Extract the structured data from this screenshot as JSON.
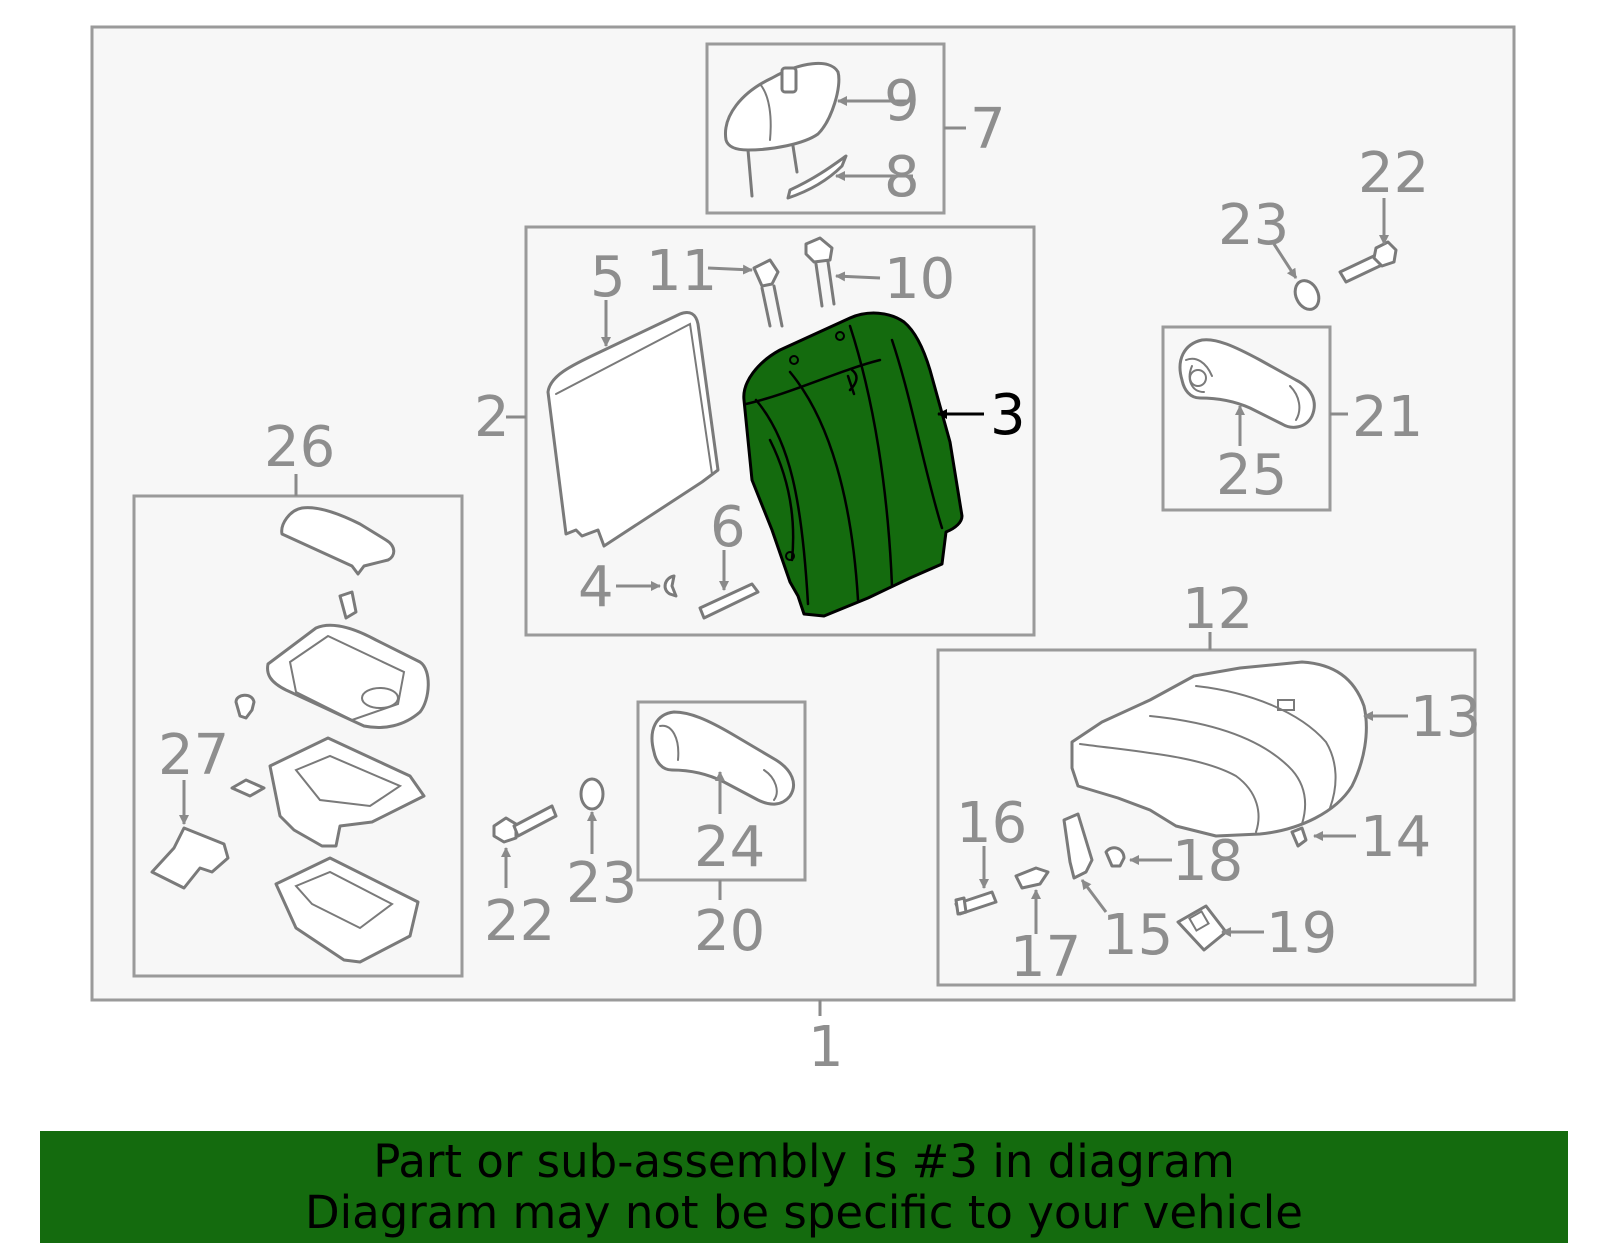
{
  "diagram": {
    "highlighted_part": "3",
    "highlight_color": "#146b0e",
    "callouts": {
      "c1": "1",
      "c2": "2",
      "c3": "3",
      "c4": "4",
      "c5": "5",
      "c6": "6",
      "c7": "7",
      "c8": "8",
      "c9": "9",
      "c10": "10",
      "c11": "11",
      "c12": "12",
      "c13": "13",
      "c14": "14",
      "c15": "15",
      "c16": "16",
      "c17": "17",
      "c18": "18",
      "c19": "19",
      "c20": "20",
      "c21": "21",
      "c22a": "22",
      "c22b": "22",
      "c23a": "23",
      "c23b": "23",
      "c24": "24",
      "c25": "25",
      "c26": "26",
      "c27": "27"
    }
  },
  "banner": {
    "line1": "Part or sub-assembly is #3 in diagram",
    "line2": "Diagram may not be specific to your vehicle"
  }
}
